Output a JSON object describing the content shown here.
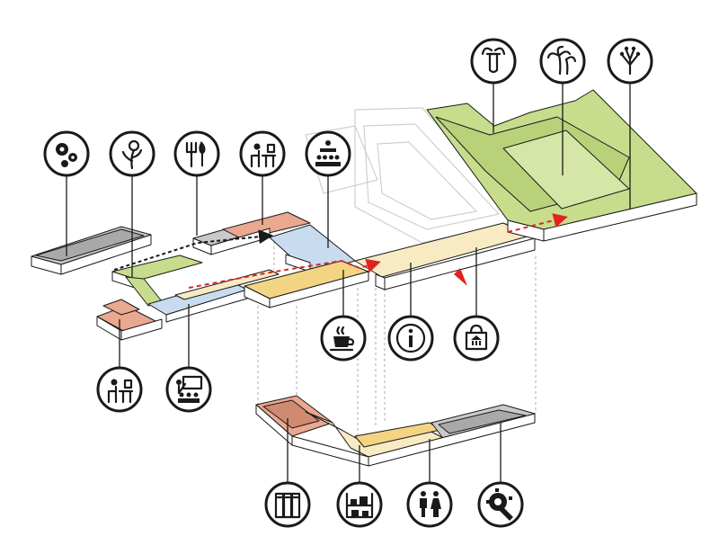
{
  "diagram": {
    "title": "",
    "colors": {
      "service": "#c9c9c9",
      "botanical": "#c7dd8c",
      "office": "#e9a88f",
      "education": "#c9dcef",
      "cafe": "#f3d483",
      "circulation": "#f8ebc4",
      "edge": "#1a1a1a",
      "route": "#e0231e",
      "route_alt": "#1a1a1a"
    },
    "icons": [
      {
        "id": "plant-lab",
        "name": "plant-lab-icon"
      },
      {
        "id": "palm-house",
        "name": "palm-house-icon"
      },
      {
        "id": "herb-garden",
        "name": "herb-garden-icon"
      },
      {
        "id": "technical",
        "name": "gears-icon"
      },
      {
        "id": "flowers",
        "name": "flower-icon"
      },
      {
        "id": "tools",
        "name": "garden-tools-icon"
      },
      {
        "id": "office-upper",
        "name": "office-desk-icon"
      },
      {
        "id": "lecture",
        "name": "lecture-audience-icon"
      },
      {
        "id": "cafe",
        "name": "coffee-cup-icon"
      },
      {
        "id": "info",
        "name": "information-icon"
      },
      {
        "id": "shop",
        "name": "shop-bag-icon"
      },
      {
        "id": "office-lower",
        "name": "office-desk-icon"
      },
      {
        "id": "classroom",
        "name": "classroom-icon"
      },
      {
        "id": "lockers",
        "name": "lockers-icon"
      },
      {
        "id": "storage",
        "name": "storage-shelf-icon"
      },
      {
        "id": "toilets",
        "name": "toilets-icon"
      },
      {
        "id": "maintenance",
        "name": "maintenance-wrench-icon"
      }
    ]
  }
}
